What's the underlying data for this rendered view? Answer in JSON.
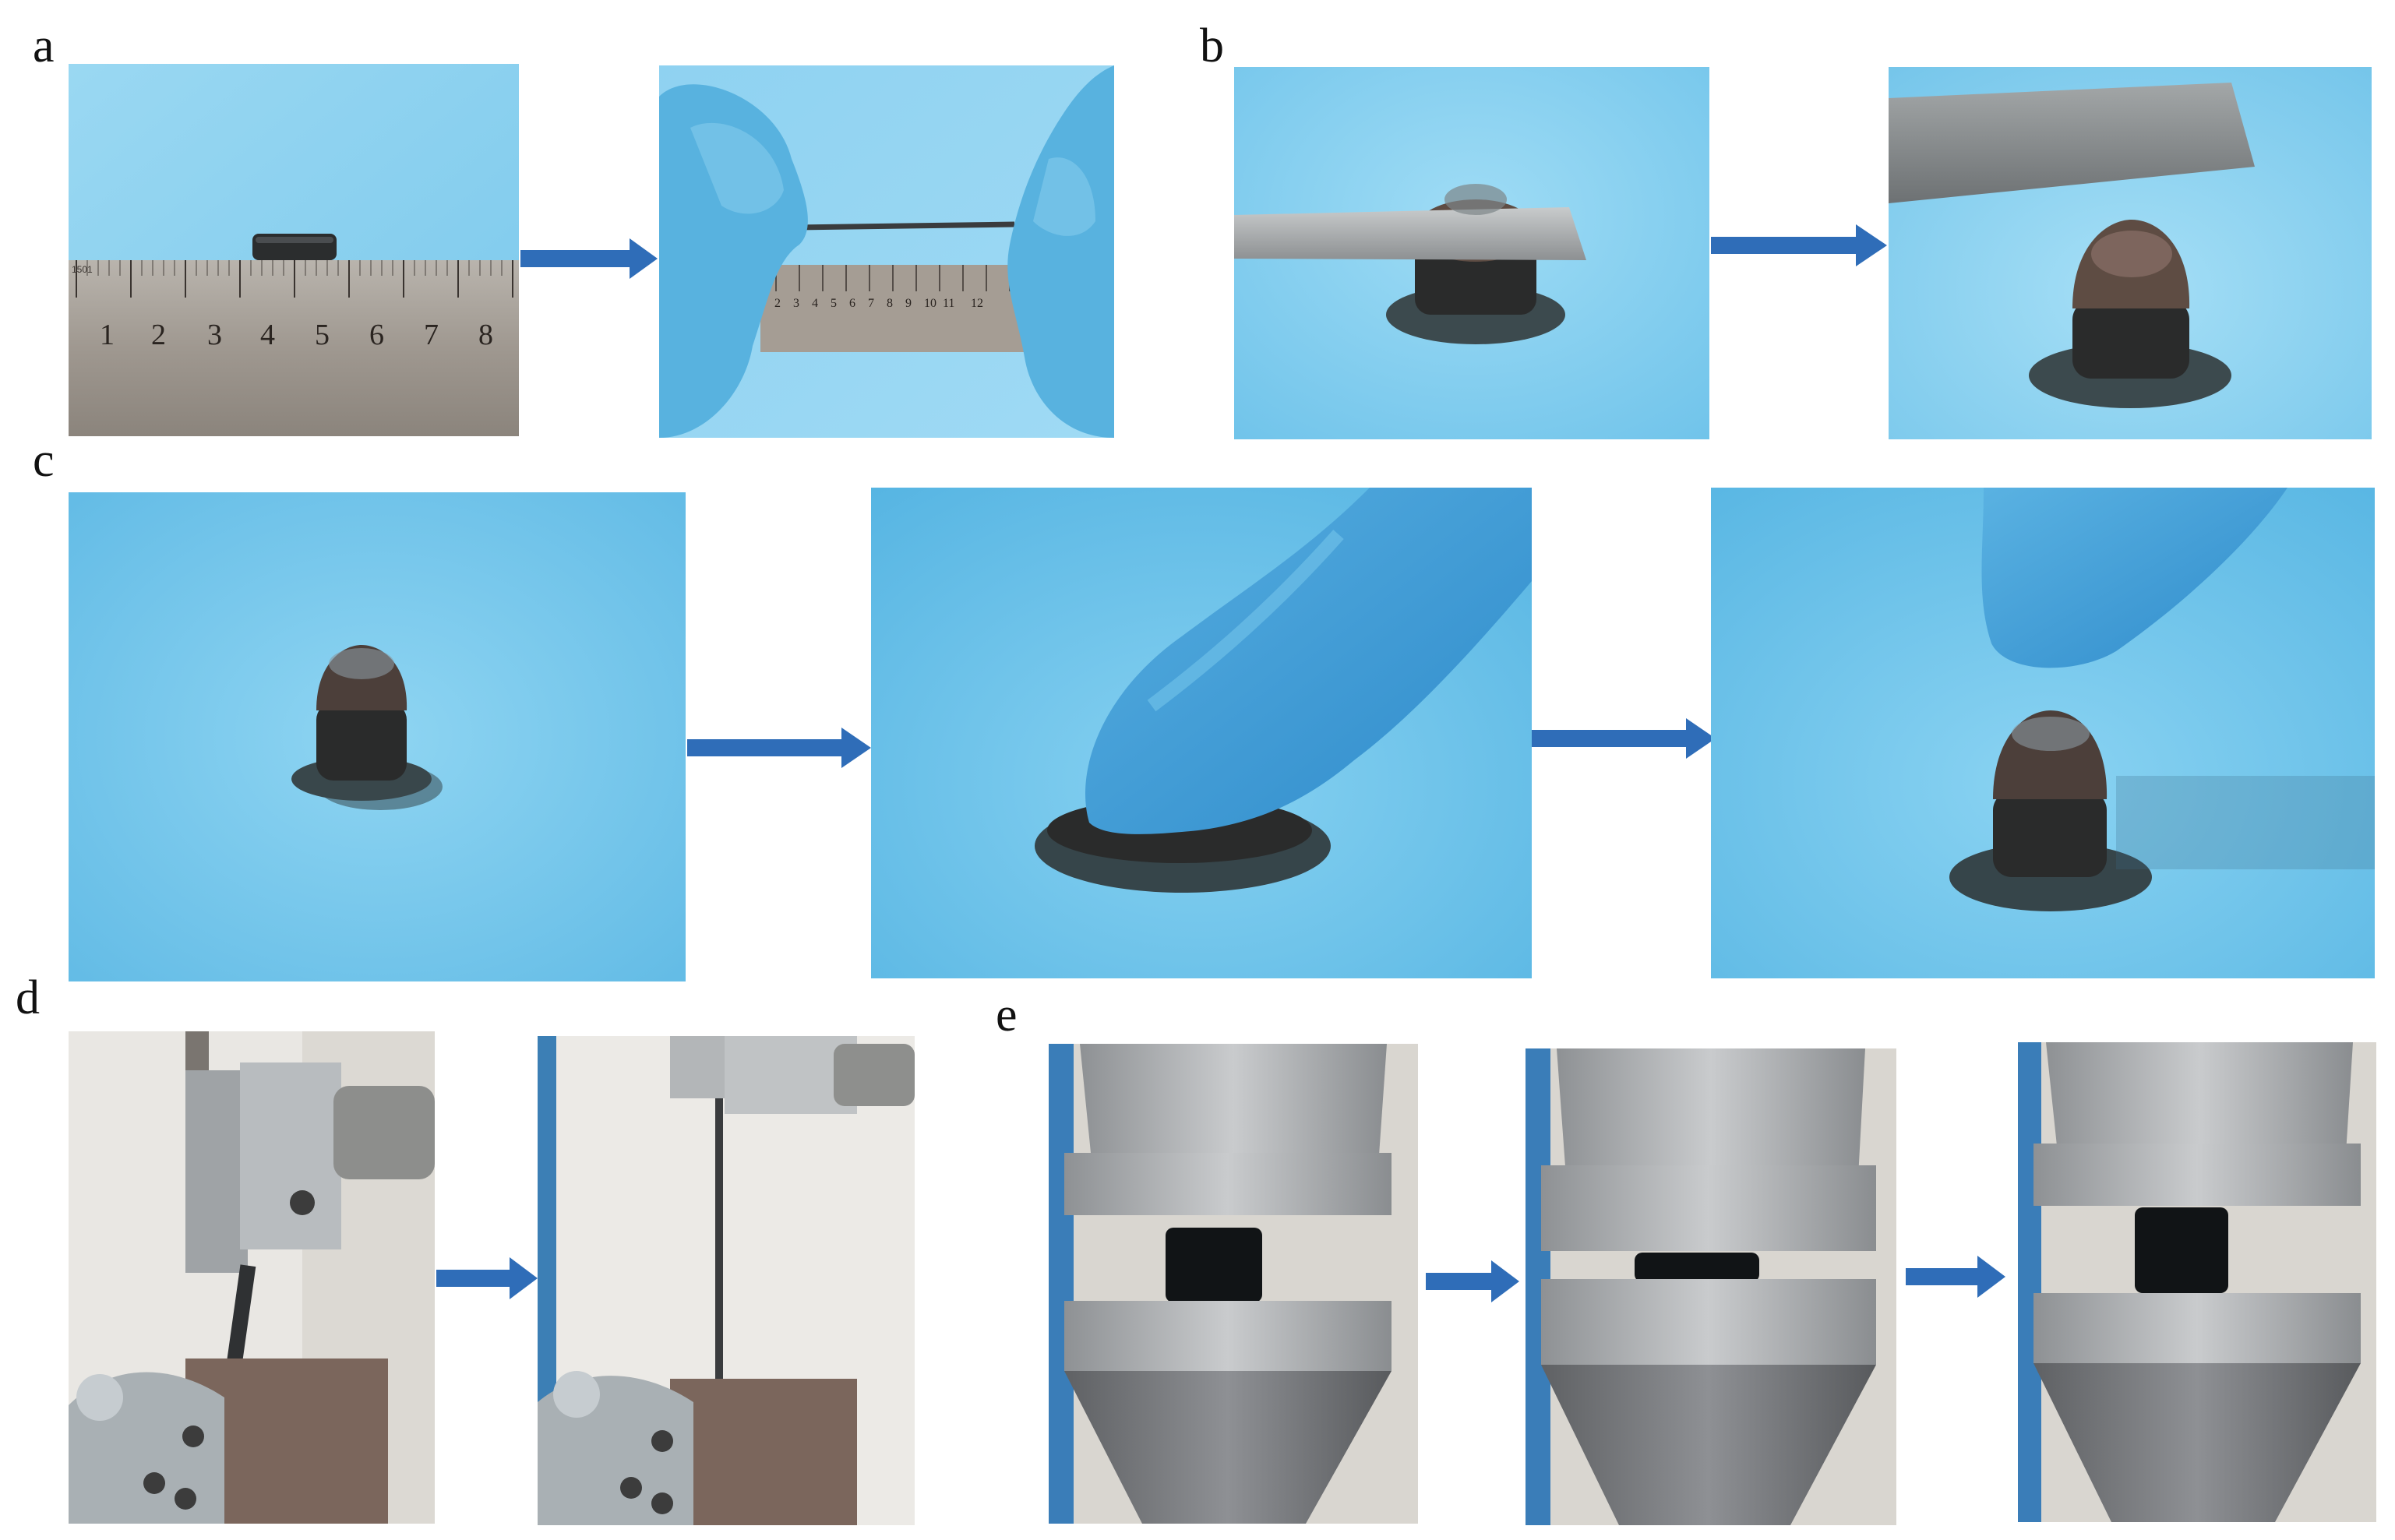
{
  "figure": {
    "panel_labels": [
      "a",
      "b",
      "c",
      "d",
      "e"
    ],
    "ruler_ticks": [
      "1",
      "2",
      "3",
      "4",
      "5",
      "6",
      "7",
      "8"
    ],
    "ruler_small_ticks": [
      "2",
      "3",
      "4",
      "5",
      "6",
      "7",
      "8",
      "9",
      "10",
      "11",
      "12"
    ],
    "ruler_tiny_text": "1501",
    "colors": {
      "backdrop_blue": "#72c6ec",
      "backdrop_blue_light": "#9dd9f3",
      "arrow_blue": "#2f6db8",
      "glove_blue": "#4aa6d8",
      "sample_dark": "#2a2a2a",
      "steel": "#a7a9ab"
    }
  }
}
